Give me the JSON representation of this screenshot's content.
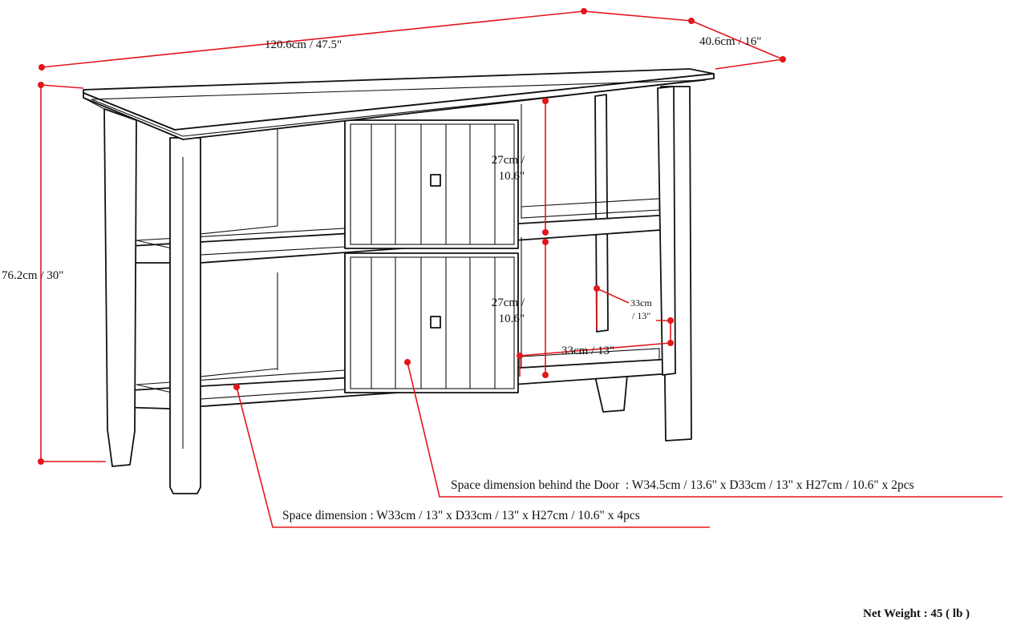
{
  "dimensions": {
    "width": "120.6cm / 47.5\"",
    "depth": "40.6cm / 16\"",
    "height": "76.2cm / 30\"",
    "upper_door_height_1": "27cm /",
    "upper_door_height_2": "10.6\"",
    "lower_door_height_1": "27cm /",
    "lower_door_height_2": "10.6\"",
    "side_depth_1": "33cm",
    "side_depth_2": "/ 13\"",
    "shelf_width": "33cm / 13\""
  },
  "notes": {
    "behind_door": "Space dimension behind the Door  : W34.5cm / 13.6\" x D33cm / 13\" x H27cm / 10.6\" x 2pcs",
    "open_space": "Space dimension : W33cm / 13\" x D33cm / 13\" x H27cm / 10.6\" x 4pcs",
    "net_weight": "Net Weight : 45 ( lb )"
  },
  "colors": {
    "dimension_line": "#e3161b",
    "outline": "#111111"
  }
}
